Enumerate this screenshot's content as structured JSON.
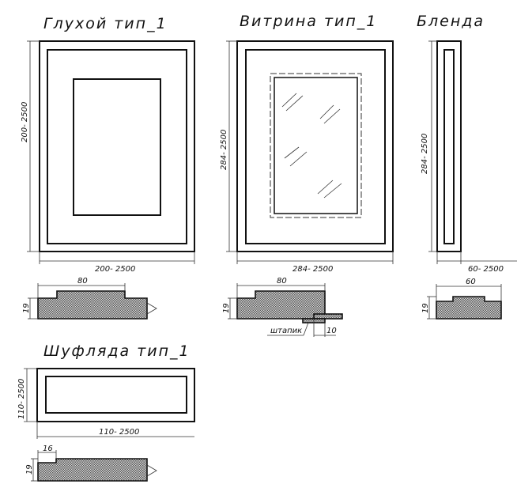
{
  "drawings": {
    "gluhoy": {
      "title": "Глухой тип_1",
      "height_dim": "200- 2500",
      "width_dim": "200- 2500",
      "section_width": "80",
      "section_thickness": "19"
    },
    "vitrina": {
      "title": "Витрина тип_1",
      "height_dim": "284- 2500",
      "width_dim": "284- 2500",
      "section_width": "80",
      "section_thickness": "19",
      "shtapik_label": "штапик",
      "shtapik_dim": "10"
    },
    "blenda": {
      "title": "Бленда",
      "height_dim": "284- 2500",
      "width_dim": "60- 2500",
      "section_width": "60",
      "section_thickness": "19"
    },
    "shuflyada": {
      "title": "Шуфляда тип_1",
      "height_dim": "110- 2500",
      "width_dim": "110- 2500",
      "section_width": "16",
      "section_thickness": "19"
    }
  }
}
